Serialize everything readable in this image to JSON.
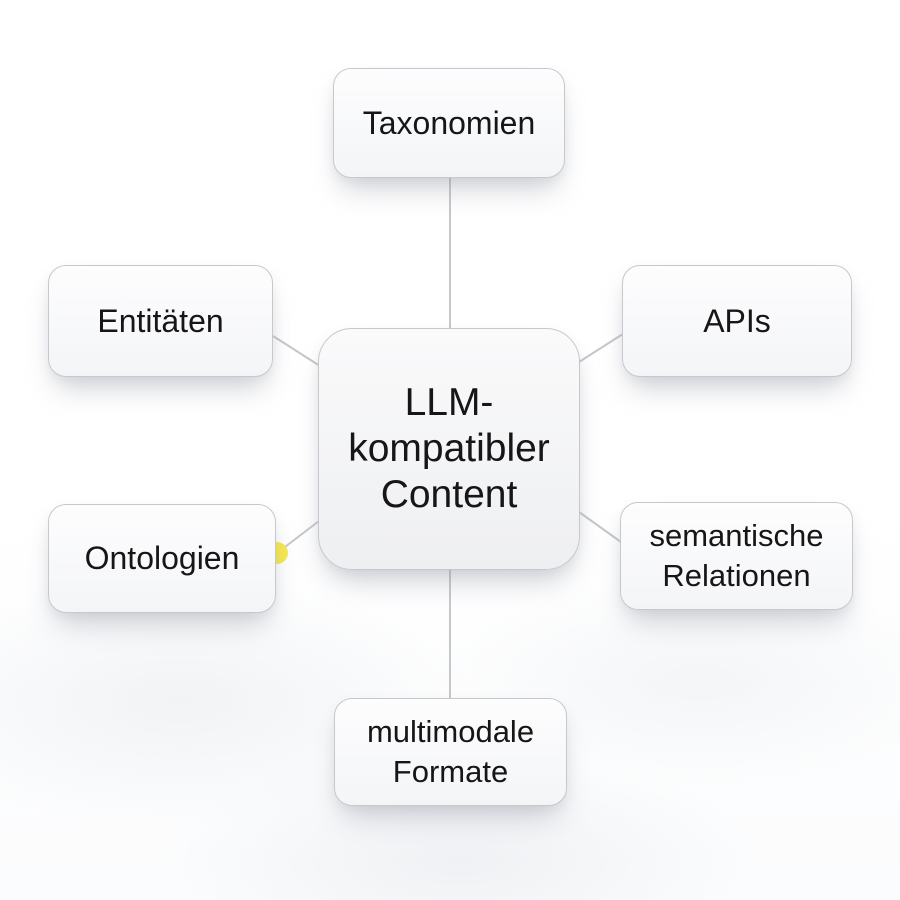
{
  "diagram": {
    "center": {
      "label": "LLM-kompatibler Content"
    },
    "nodes": [
      {
        "id": "taxonomien",
        "label": "Taxonomien"
      },
      {
        "id": "entitaeten",
        "label": "Entitäten"
      },
      {
        "id": "apis",
        "label": "APIs"
      },
      {
        "id": "ontologien",
        "label": "Ontologien"
      },
      {
        "id": "semantische-relationen",
        "label": "semantische Relationen"
      },
      {
        "id": "multimodale-formate",
        "label": "multimodale Formate"
      }
    ],
    "colors": {
      "background": "#ffffff",
      "node_fill": "#f8f9fa",
      "center_fill": "#f1f1f3",
      "node_border": "#c7c8cc",
      "connector": "#c6c7ca",
      "highlight_dot": "#f7e94d",
      "text": "#161616"
    }
  }
}
